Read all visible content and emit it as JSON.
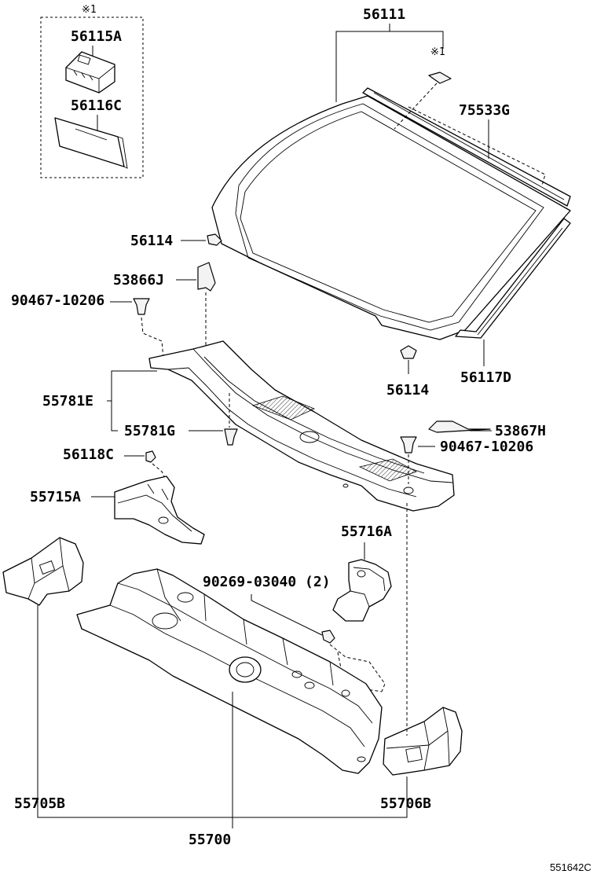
{
  "reference_code": "551642C",
  "note_mark": "※1",
  "labels": {
    "p56111": "56111",
    "p56115A": "56115A",
    "p56116C": "56116C",
    "p75533G": "75533G",
    "p56114_left": "56114",
    "p56114_bottom": "56114",
    "p53866J": "53866J",
    "p90467_left": "90467-10206",
    "p90467_right": "90467-10206",
    "p55781E": "55781E",
    "p55781G": "55781G",
    "p56117D": "56117D",
    "p53867H": "53867H",
    "p56118C": "56118C",
    "p55715A": "55715A",
    "p55716A": "55716A",
    "p90269": "90269-03040 (2)",
    "p55705B": "55705B",
    "p55706B": "55706B",
    "p55700": "55700"
  }
}
